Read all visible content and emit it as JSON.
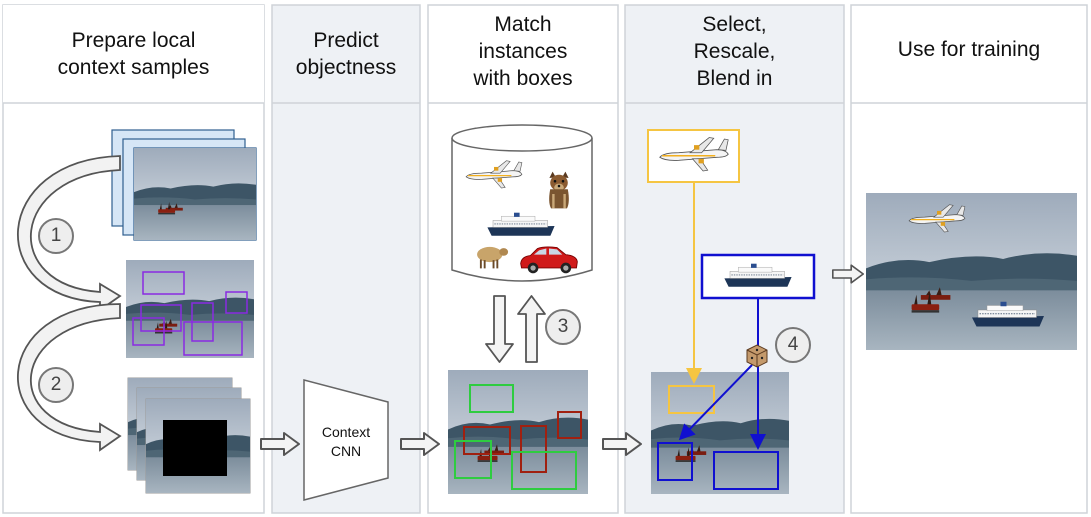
{
  "columns": [
    {
      "title_line1": "Prepare local",
      "title_line2": "context samples"
    },
    {
      "title_line1": "Predict",
      "title_line2": "objectness"
    },
    {
      "title_line1": "Match",
      "title_line2": "instances",
      "title_line3": "with boxes"
    },
    {
      "title_line1": "Select,",
      "title_line2": "Rescale,",
      "title_line3": "Blend in"
    },
    {
      "title_line1": "Use for training"
    }
  ],
  "steps": [
    "1",
    "2",
    "3",
    "4"
  ],
  "cnn": {
    "line1": "Context",
    "line2": "CNN"
  },
  "colors": {
    "panel": "#eef1f5",
    "panel_border": "#cfd3d8",
    "purple_box": "#8a2be2",
    "green_box": "#2ecc40",
    "red_box": "#a02010",
    "yellow_box": "#f5c542",
    "blue_box": "#1010d0"
  },
  "icons": [
    "airplane-icon",
    "dog-icon",
    "ship-icon",
    "sheep-icon",
    "car-icon",
    "dice-icon"
  ]
}
